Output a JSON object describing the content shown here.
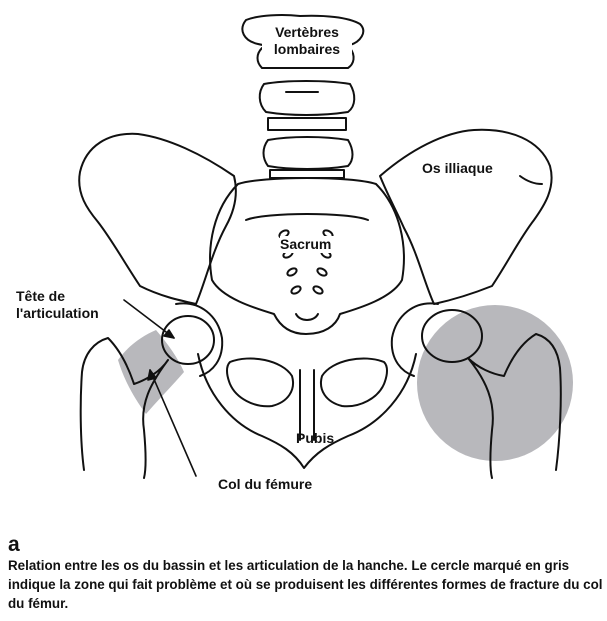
{
  "labels": {
    "vertebrae": "Vertèbres lombaires",
    "iliac": "Os illiaque",
    "sacrum": "Sacrum",
    "joint_head": "Tête de l'articulation",
    "femur_neck": "Col du fémure",
    "pubis": "Pubis"
  },
  "panel_letter": "a",
  "caption": "Relation entre les os du bassin et les articulation de la hanche. Le cercle marqué en gris indique la zone qui fait problème et où se produisent les différentes formes de fracture du col du fémur.",
  "colors": {
    "problem_zone": "#b8b8bc",
    "line": "#111111"
  }
}
